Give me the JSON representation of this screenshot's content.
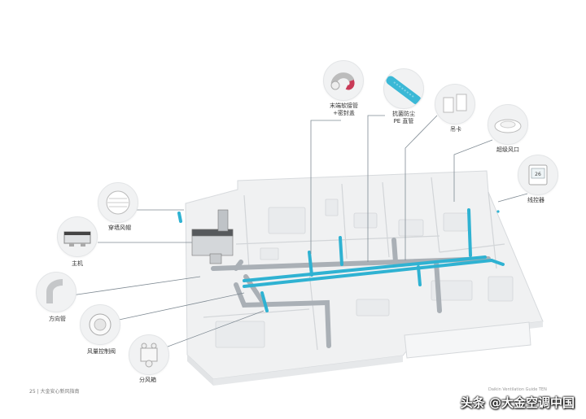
{
  "components": [
    {
      "id": "end-hose",
      "label": "末端软接管\n+密封盖"
    },
    {
      "id": "pe-duct",
      "label": "抗菌防尘\nPE 直管"
    },
    {
      "id": "hanger",
      "label": "吊卡"
    },
    {
      "id": "diffuser",
      "label": "超级风口"
    },
    {
      "id": "controller",
      "label": "线控器"
    },
    {
      "id": "wall-cap",
      "label": "穿墙风帽"
    },
    {
      "id": "main-unit",
      "label": "主机"
    },
    {
      "id": "elbow",
      "label": "方向管"
    },
    {
      "id": "damper",
      "label": "风量控制阀"
    },
    {
      "id": "splitter",
      "label": "分风箱"
    }
  ],
  "footer": {
    "page": "25 |",
    "title": "大金安心新风指南",
    "right_text": "Daikin Ventilation Guide  TEN"
  },
  "watermark": "头条 @大金空调中国",
  "colors": {
    "supply_duct": "#2fb2d2",
    "return_duct": "#aab0b6",
    "leader": "#7f8a93"
  }
}
